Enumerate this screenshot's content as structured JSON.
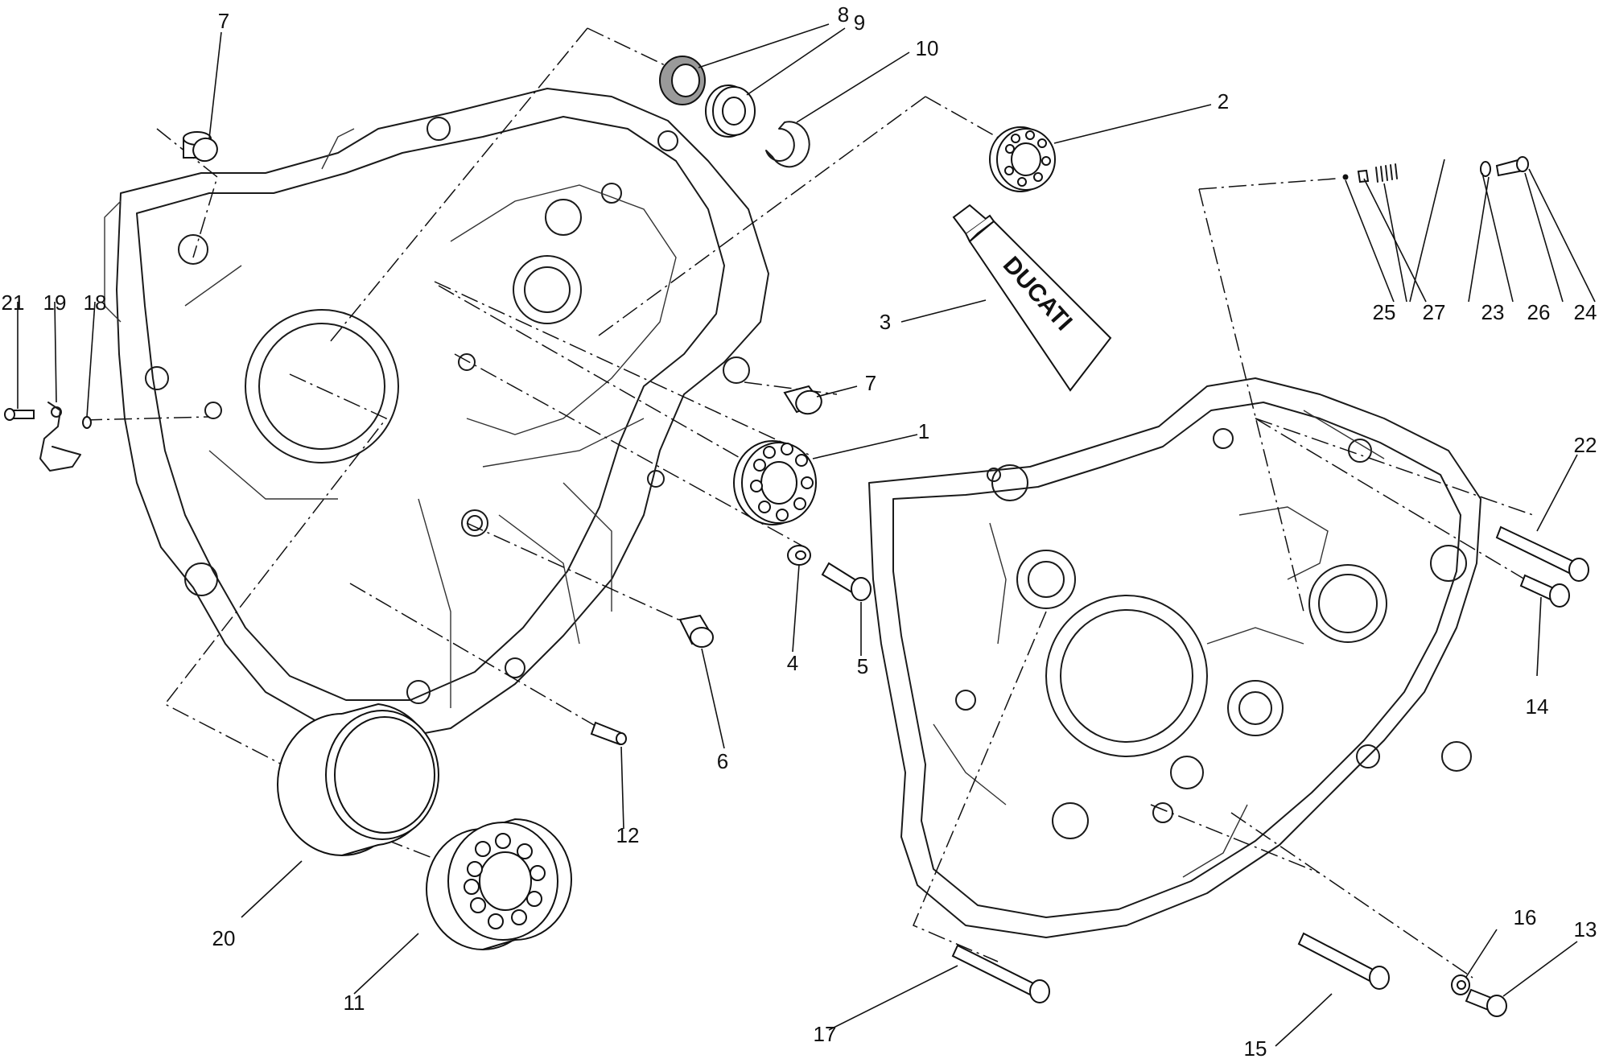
{
  "labels": [
    {
      "id": "1",
      "text": "1"
    },
    {
      "id": "2",
      "text": "2"
    },
    {
      "id": "3",
      "text": "3"
    },
    {
      "id": "4",
      "text": "4"
    },
    {
      "id": "5",
      "text": "5"
    },
    {
      "id": "6",
      "text": "6"
    },
    {
      "id": "7a",
      "text": "7"
    },
    {
      "id": "7b",
      "text": "7"
    },
    {
      "id": "8",
      "text": "8"
    },
    {
      "id": "9",
      "text": "9"
    },
    {
      "id": "10",
      "text": "10"
    },
    {
      "id": "11",
      "text": "11"
    },
    {
      "id": "12",
      "text": "12"
    },
    {
      "id": "13",
      "text": "13"
    },
    {
      "id": "14",
      "text": "14"
    },
    {
      "id": "15",
      "text": "15"
    },
    {
      "id": "16",
      "text": "16"
    },
    {
      "id": "17",
      "text": "17"
    },
    {
      "id": "18",
      "text": "18"
    },
    {
      "id": "19",
      "text": "19"
    },
    {
      "id": "20",
      "text": "20"
    },
    {
      "id": "21",
      "text": "21"
    },
    {
      "id": "22",
      "text": "22"
    },
    {
      "id": "23",
      "text": "23"
    },
    {
      "id": "24",
      "text": "24"
    },
    {
      "id": "25",
      "text": "25"
    },
    {
      "id": "26",
      "text": "26"
    },
    {
      "id": "27",
      "text": "27"
    }
  ],
  "tube_brand": "DUCATI"
}
